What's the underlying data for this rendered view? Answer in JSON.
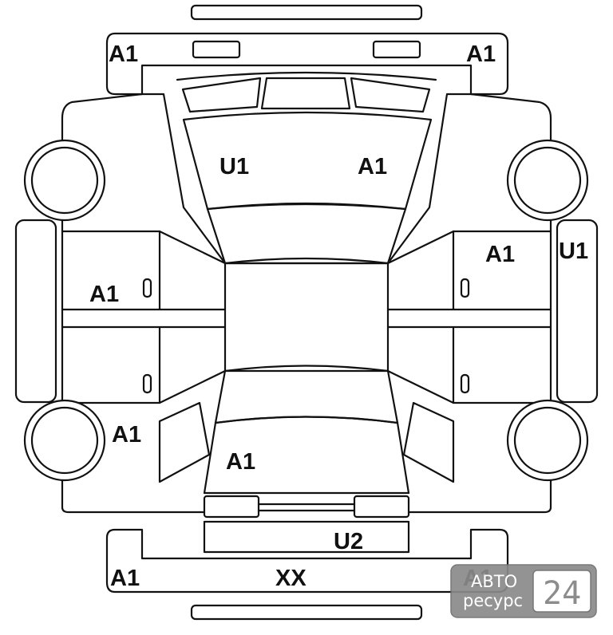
{
  "damage_labels": {
    "front_bumper_left": "A1",
    "front_bumper_right": "A1",
    "windshield_left": "U1",
    "windshield_right": "A1",
    "right_door": "A1",
    "right_side_panel": "U1",
    "left_door": "A1",
    "left_rear_fender": "A1",
    "rear_window": "A1",
    "rear_glass": "U2",
    "rear_bumper_left": "A1",
    "rear_bumper_center": "XX",
    "rear_bumper_right": "A1"
  },
  "watermark": {
    "line1": "АВТО",
    "line2": "ресурс",
    "number": "24"
  }
}
